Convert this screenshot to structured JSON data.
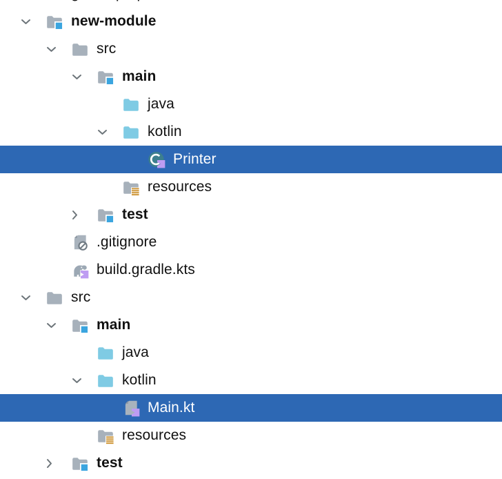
{
  "colors": {
    "selection": "#2D68B4",
    "text": "#111111",
    "selected_text": "#FFFFFF",
    "chevron": "#6C7479",
    "folder_gray": "#A7B1BB",
    "folder_blue": "#7FCBE4",
    "badge_blue": "#3BA5DF",
    "resources_orange": "#D09A3F",
    "kotlin_teal": "#3C7F8E",
    "kotlin_lavender": "#BE9CF2",
    "gradle_gray": "#9CA8B4",
    "page_gray": "#A9B3BD",
    "page_fold": "#8C97A2",
    "ignore_badge": "#6F7A83"
  },
  "tree": {
    "rows": [
      {
        "label": "gradle.properties",
        "level": 0,
        "icon": "none",
        "chevron": "none",
        "bold": false,
        "selected": false,
        "partial": true
      },
      {
        "label": "new-module",
        "level": 0,
        "icon": "folder-module",
        "chevron": "expanded",
        "bold": true,
        "selected": false,
        "partial": false
      },
      {
        "label": "src",
        "level": 1,
        "icon": "folder-gray",
        "chevron": "expanded",
        "bold": false,
        "selected": false,
        "partial": false
      },
      {
        "label": "main",
        "level": 2,
        "icon": "folder-module",
        "chevron": "expanded",
        "bold": true,
        "selected": false,
        "partial": false
      },
      {
        "label": "java",
        "level": 3,
        "icon": "folder-blue",
        "chevron": "none",
        "bold": false,
        "selected": false,
        "partial": false
      },
      {
        "label": "kotlin",
        "level": 3,
        "icon": "folder-blue",
        "chevron": "expanded",
        "bold": false,
        "selected": false,
        "partial": false
      },
      {
        "label": "Printer",
        "level": 4,
        "icon": "kotlin-class",
        "chevron": "none",
        "bold": false,
        "selected": true,
        "partial": false
      },
      {
        "label": "resources",
        "level": 3,
        "icon": "folder-resources",
        "chevron": "none",
        "bold": false,
        "selected": false,
        "partial": false
      },
      {
        "label": "test",
        "level": 2,
        "icon": "folder-module",
        "chevron": "collapsed",
        "bold": true,
        "selected": false,
        "partial": false
      },
      {
        "label": ".gitignore",
        "level": 1,
        "icon": "file-gitignore",
        "chevron": "none",
        "bold": false,
        "selected": false,
        "partial": false
      },
      {
        "label": "build.gradle.kts",
        "level": 1,
        "icon": "file-gradle-kts",
        "chevron": "none",
        "bold": false,
        "selected": false,
        "partial": false
      },
      {
        "label": "src",
        "level": 0,
        "icon": "folder-gray",
        "chevron": "expanded",
        "bold": false,
        "selected": false,
        "partial": false
      },
      {
        "label": "main",
        "level": 1,
        "icon": "folder-module",
        "chevron": "expanded",
        "bold": true,
        "selected": false,
        "partial": false
      },
      {
        "label": "java",
        "level": 2,
        "icon": "folder-blue",
        "chevron": "none",
        "bold": false,
        "selected": false,
        "partial": false
      },
      {
        "label": "kotlin",
        "level": 2,
        "icon": "folder-blue",
        "chevron": "expanded",
        "bold": false,
        "selected": false,
        "partial": false
      },
      {
        "label": "Main.kt",
        "level": 3,
        "icon": "kotlin-file",
        "chevron": "none",
        "bold": false,
        "selected": true,
        "partial": false
      },
      {
        "label": "resources",
        "level": 2,
        "icon": "folder-resources",
        "chevron": "none",
        "bold": false,
        "selected": false,
        "partial": false
      },
      {
        "label": "test",
        "level": 1,
        "icon": "folder-module",
        "chevron": "collapsed",
        "bold": true,
        "selected": false,
        "partial": false
      }
    ]
  }
}
